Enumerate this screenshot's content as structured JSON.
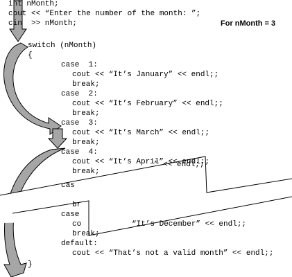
{
  "annotation": "For nMonth = 3",
  "code_lines": [
    "int nMonth;",
    "cout << “Enter the number of the month: ”;",
    "cin  >> nMonth;",
    "switch (nMonth)",
    "{",
    "case  1:",
    "cout << “It’s January” << endl;;",
    "break;",
    "case  2:",
    "cout << “It’s February” << endl;;",
    "break;",
    "case  3:",
    "cout << “It’s March” << endl;;",
    "break;",
    "case  4:",
    "cout << “It’s April” << endl;;",
    "break;",
    "cas",
    "br",
    "case",
    "co",
    "” << endl;;",
    "“It’s December” << endl;;",
    "break;",
    "default:",
    "cout << “That’s not a valid month” << endl;;",
    "}"
  ],
  "colors": {
    "arrow_fill": "#a6a6a6",
    "arrow_stroke": "#000000",
    "text": "#000000",
    "background": "#ffffff"
  },
  "icons": [
    "flow-arrow-down",
    "curved-flow-arrow",
    "break-arrow",
    "skip-arrow"
  ]
}
